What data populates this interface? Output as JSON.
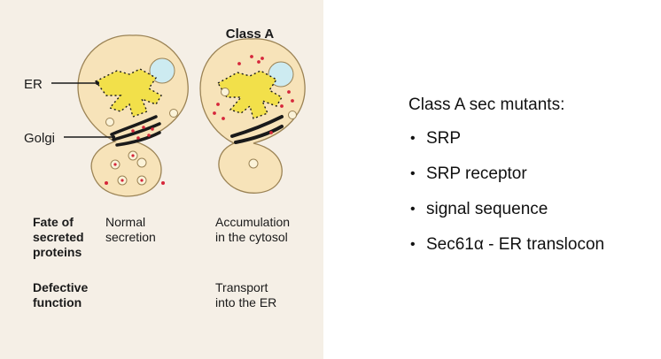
{
  "diagram": {
    "class_a_title": "Class A",
    "label_er": "ER",
    "label_golgi": "Golgi",
    "fate_label": [
      "Fate of",
      "secreted",
      "proteins"
    ],
    "defective_label": [
      "Defective",
      "function"
    ],
    "normal_fate": [
      "Normal",
      "secretion"
    ],
    "class_a_fate": [
      "Accumulation",
      "in the cytosol"
    ],
    "class_a_defect": [
      "Transport",
      "into the ER"
    ],
    "colors": {
      "background": "#f5efe6",
      "cell_fill": "#f7e3b9",
      "cell_stroke": "#9b8355",
      "er_fill": "#f2e04a",
      "nucleus_fill": "#cdebf1",
      "protein_dot": "#d6263a",
      "golgi": "#1a1a1a"
    }
  },
  "panel": {
    "heading": "Class A sec mutants:",
    "items": [
      "SRP",
      "SRP receptor",
      "signal sequence",
      "Sec61α - ER translocon"
    ]
  }
}
